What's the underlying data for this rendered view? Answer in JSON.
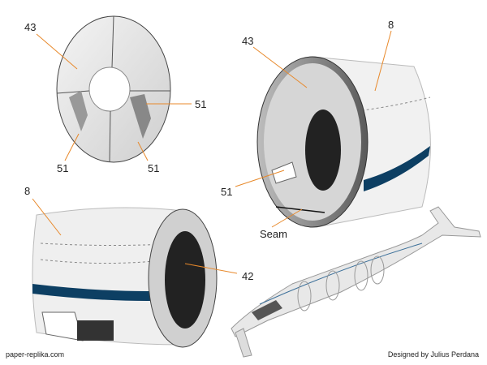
{
  "labels": {
    "ring_part": "43",
    "ring_tab_right": "51",
    "ring_tab_left": "51",
    "ring_tab_bottom": "51",
    "assembled_ring": "43",
    "assembled_shell": "8",
    "assembled_tab": "51",
    "seam": "Seam",
    "shell_part": "8",
    "inner_part": "42"
  },
  "footer": {
    "website": "paper-replika.com",
    "credit": "Designed by Julius Perdana"
  },
  "colors": {
    "stripe": "#0d3f63",
    "leader": "#e8892b"
  }
}
